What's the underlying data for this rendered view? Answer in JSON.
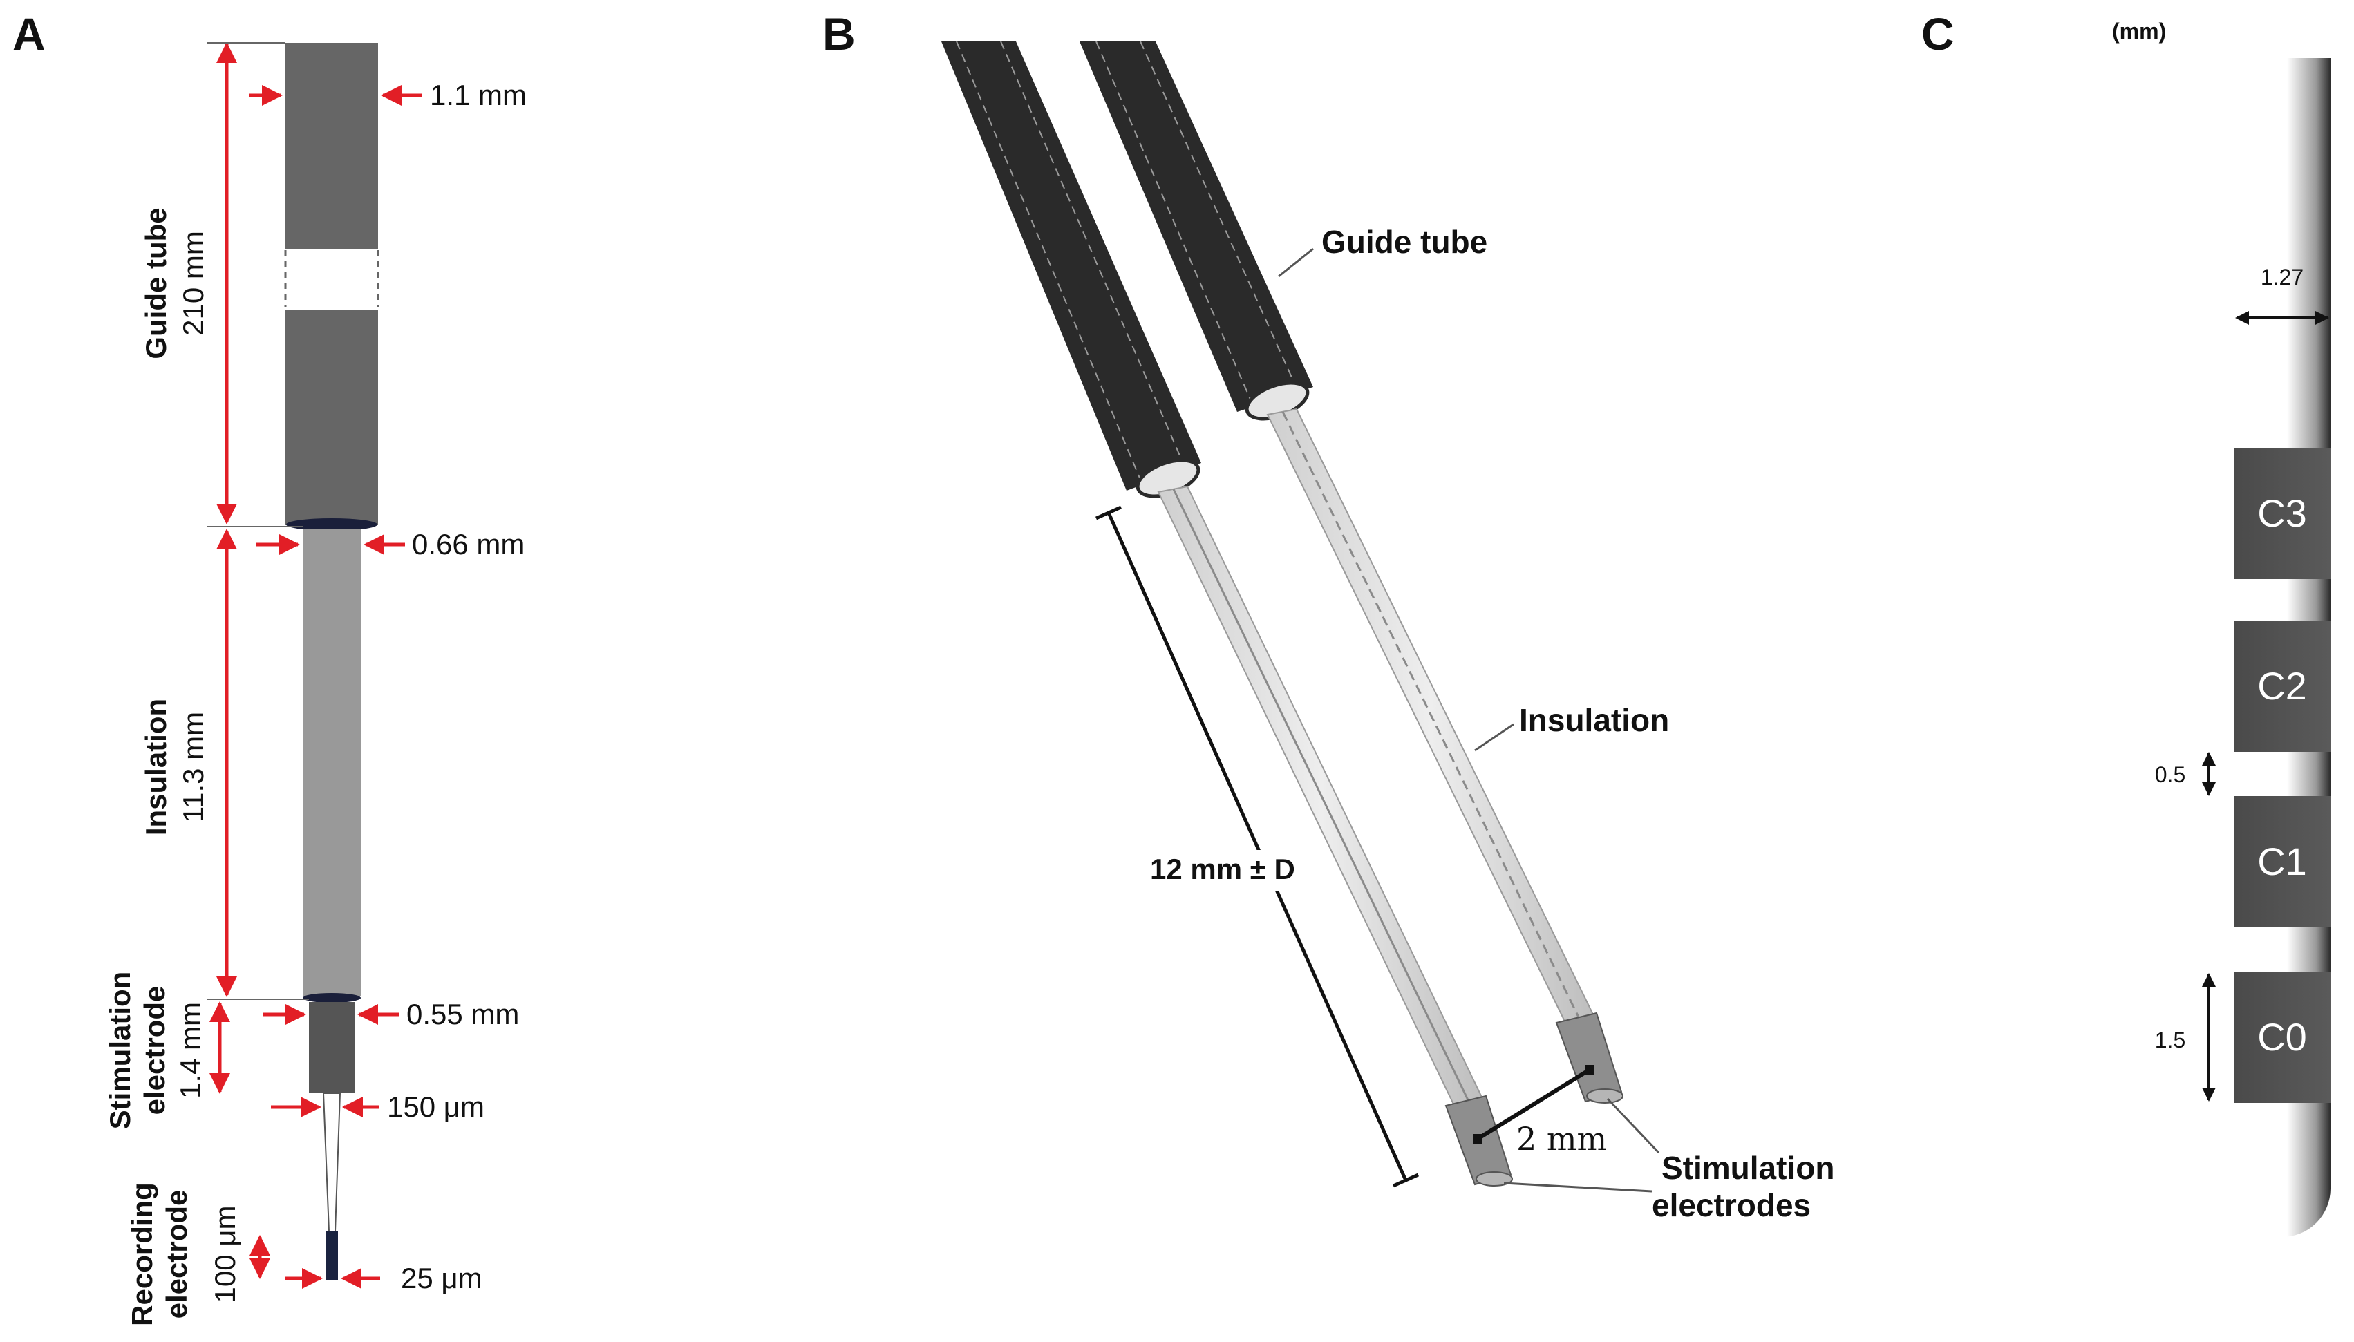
{
  "panels": {
    "a": {
      "letter": "A",
      "labels": {
        "guide_tube": "Guide tube",
        "guide_tube_len": "210 mm",
        "insulation": "Insulation",
        "insulation_len": "11.3 mm",
        "stimulation": "Stimulation",
        "electrode": "electrode",
        "stim_len": "1.4 mm",
        "recording": "Recording",
        "recording_electrode": "electrode",
        "rec_len": "100 μm"
      },
      "dims": {
        "guide_width": "1.1 mm",
        "insulation_width": "0.66 mm",
        "stim_width": "0.55 mm",
        "rec_width_top": "150 μm",
        "rec_width_tip": "25 μm"
      }
    },
    "b": {
      "letter": "B",
      "labels": {
        "guide_tube": "Guide tube",
        "insulation": "Insulation",
        "length": "12 mm ± D",
        "spacing": "2 mm",
        "stim_line1": "Stimulation",
        "stim_line2": "electrodes"
      }
    },
    "c": {
      "letter": "C",
      "unit": "(mm)",
      "diameter": "1.27",
      "gap": "0.5",
      "contact_length": "1.5",
      "contacts": [
        "C3",
        "C2",
        "C1",
        "C0"
      ]
    }
  },
  "colors": {
    "dimension_arrows": "#e21e26",
    "guide_tube_grey": "#666666",
    "insulation_grey": "#999999",
    "contact_dark": "#555555",
    "tube_black": "#2a2a2a"
  }
}
